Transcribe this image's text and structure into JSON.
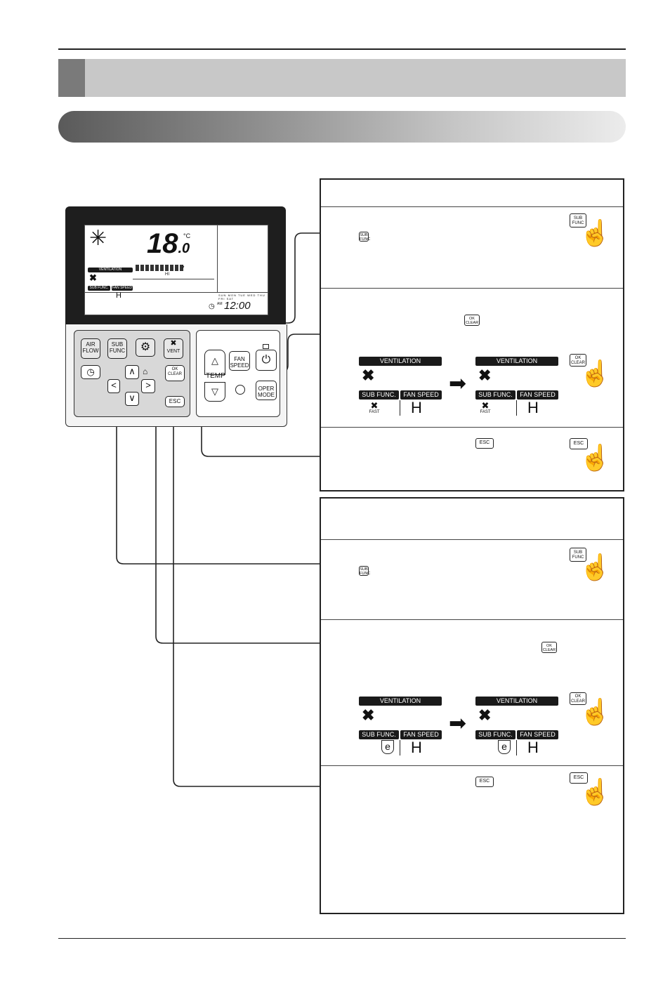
{
  "remote": {
    "lcd": {
      "temperature": "18",
      "temperature_decimal": ".0",
      "temp_unit": "°C",
      "ventilation_label": "VENTILATION",
      "sub_func_label": "SUB FUNC.",
      "fan_speed_label": "FAN SPEED",
      "fan_speed_value": "H",
      "fan_level": "HI",
      "clock_ampm": "AM",
      "clock_time": "12:00",
      "weekdays": [
        "SUN",
        "MON",
        "TUE",
        "WED",
        "THU",
        "FRI",
        "SAT"
      ]
    },
    "buttons": {
      "air_flow": "AIR\nFLOW",
      "sub_func": "SUB\nFUNC",
      "vent": "VENT",
      "ok_clear": "OK\nCLEAR",
      "esc": "ESC",
      "fan_speed": "FAN\nSPEED",
      "temp": "TEMP",
      "oper_mode": "OPER\nMODE"
    }
  },
  "panel1": {
    "step1_icon": "SUB\nFUNC",
    "step2_icon": "OK\nCLEAR",
    "step3_icon": "ESC",
    "before": {
      "ventilation": "VENTILATION",
      "sub_func": "SUB FUNC.",
      "fan_speed": "FAN SPEED",
      "mode": "FAST",
      "speed": "H"
    },
    "after": {
      "ventilation": "VENTILATION",
      "sub_func": "SUB FUNC.",
      "fan_speed": "FAN SPEED",
      "mode": "FAST",
      "speed": "H"
    },
    "hand_labels": [
      "SUB\nFUNC",
      "OK\nCLEAR",
      "ESC"
    ]
  },
  "panel2": {
    "step1_icon": "SUB\nFUNC",
    "step2_icon": "OK\nCLEAR",
    "step3_icon": "ESC",
    "before": {
      "ventilation": "VENTILATION",
      "sub_func": "SUB FUNC.",
      "fan_speed": "FAN SPEED",
      "mode": "e",
      "speed": "H"
    },
    "after": {
      "ventilation": "VENTILATION",
      "sub_func": "SUB FUNC.",
      "fan_speed": "FAN SPEED",
      "mode": "e",
      "speed": "H"
    },
    "hand_labels": [
      "SUB\nFUNC",
      "OK\nCLEAR",
      "ESC"
    ]
  },
  "colors": {
    "accent_dark": "#7a7a7a",
    "header_bar": "#c8c8c8",
    "lcd_bg": "#ffffff",
    "remote_body": "#1e1e1e"
  }
}
